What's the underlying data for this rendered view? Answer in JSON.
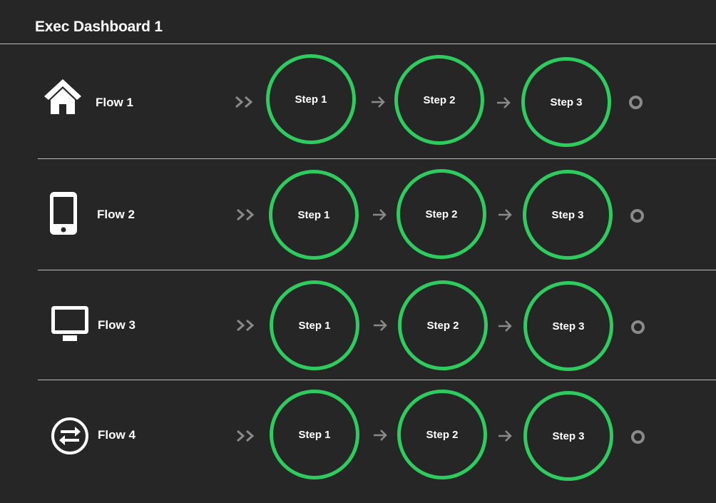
{
  "header": {
    "title": "Exec Dashboard 1"
  },
  "colors": {
    "background": "#262626",
    "step_ring": "#2ecc5e",
    "connector": "#8a8a8a",
    "divider": "#bdbdbd",
    "text": "#ffffff"
  },
  "flows": [
    {
      "label": "Flow 1",
      "icon": "home-icon",
      "steps": [
        "Step 1",
        "Step 2",
        "Step 3"
      ]
    },
    {
      "label": "Flow 2",
      "icon": "mobile-phone-icon",
      "steps": [
        "Step 1",
        "Step 2",
        "Step 3"
      ]
    },
    {
      "label": "Flow 3",
      "icon": "desktop-monitor-icon",
      "steps": [
        "Step 1",
        "Step 2",
        "Step 3"
      ]
    },
    {
      "label": "Flow 4",
      "icon": "sync-arrows-icon",
      "steps": [
        "Step 1",
        "Step 2",
        "Step 3"
      ]
    }
  ]
}
